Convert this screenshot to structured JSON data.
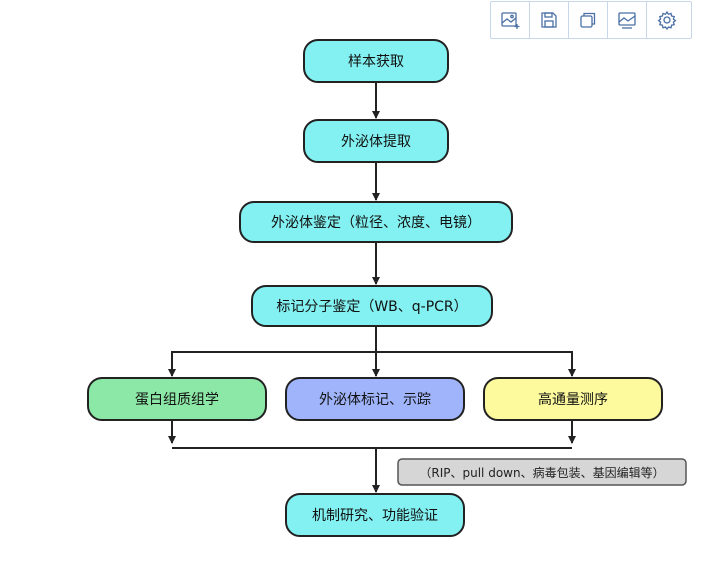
{
  "toolbar": {
    "icons": [
      "image-add-icon",
      "save-icon",
      "copy-icon",
      "picture-icon",
      "settings-icon"
    ]
  },
  "nodes": {
    "n1": "样本获取",
    "n2": "外泌体提取",
    "n3": "外泌体鉴定（粒径、浓度、电镜）",
    "n4": "标记分子鉴定（WB、q-PCR）",
    "n5": "蛋白组质组学",
    "n6": "外泌体标记、示踪",
    "n7": "高通量测序",
    "n8": "机制研究、功能验证"
  },
  "note": "（RIP、pull down、病毒包装、基因编辑等）",
  "colors": {
    "cyan": "#83f1f1",
    "green": "#8ce8a6",
    "blue": "#9fb4fb",
    "yellow": "#fdfa9d",
    "note_bg": "#d6d6d6",
    "stroke": "#222222",
    "toolbar_icon": "#4a6fa5"
  }
}
